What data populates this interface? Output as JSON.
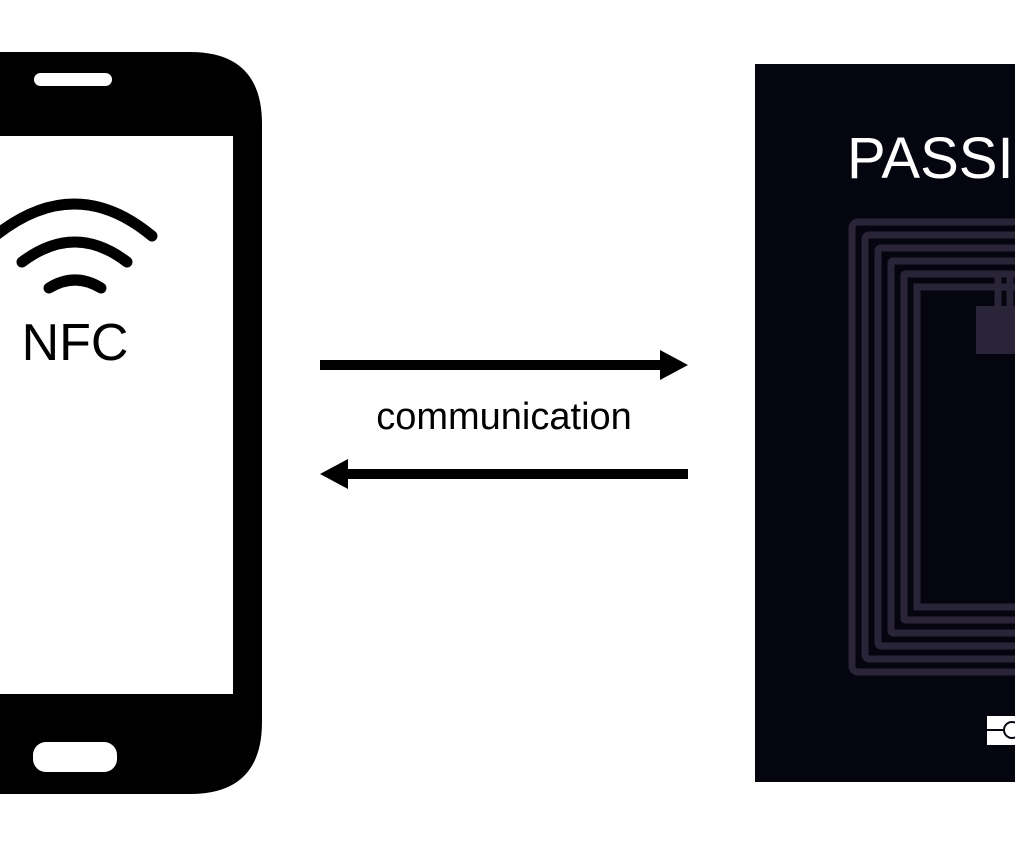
{
  "phone": {
    "nfc_label": "NFC"
  },
  "link": {
    "label": "communication"
  },
  "passport": {
    "title": "PASSI"
  },
  "colors": {
    "ink": "#000000",
    "passport_cover": "#050510",
    "antenna": "#2a2438",
    "page_bg": "#ffffff"
  },
  "icons": {
    "signal": "nfc-waves-icon",
    "forward": "arrow-right-icon",
    "backward": "arrow-left-icon",
    "chip": "biometric-chip-icon"
  }
}
